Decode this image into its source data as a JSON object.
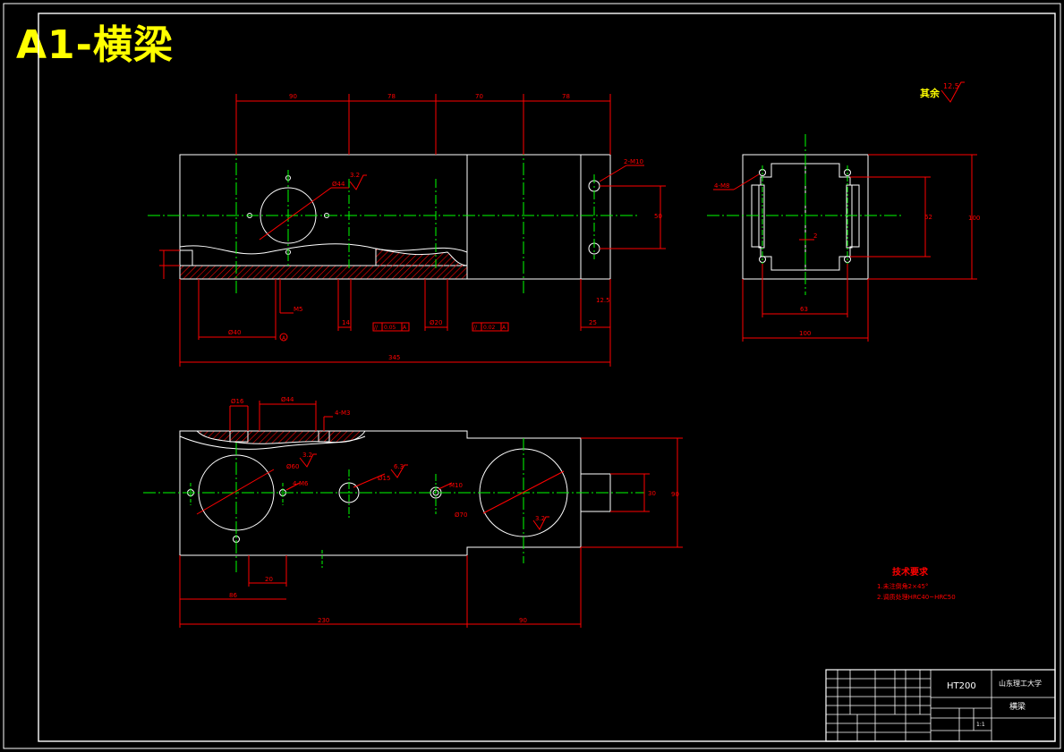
{
  "sheet_title": "A1-横梁",
  "roughness_note": {
    "label": "其余",
    "value": "12.5"
  },
  "front_view": {
    "dims": [
      "90",
      "78",
      "70",
      "78",
      "345",
      "25",
      "12.5",
      "50",
      "14",
      "Ø20",
      "Ø40",
      "M5"
    ],
    "diameter_hole": "Ø44",
    "hole_roughness": "3.2",
    "hole_callout": "2-M10",
    "tolerance_frames": [
      {
        "symbol": "//",
        "value": "0.05",
        "datum": "A"
      },
      {
        "symbol": "//",
        "value": "0.02",
        "datum": "A"
      }
    ],
    "datum_mark": "A"
  },
  "side_view": {
    "hole_callout": "4-M8",
    "dims": [
      "62",
      "100",
      "63",
      "100",
      "2"
    ]
  },
  "top_view": {
    "callouts": [
      "Ø16",
      "Ø44",
      "4-M3",
      "4-M6",
      "M10"
    ],
    "dims": [
      "Ø60",
      "Ø15",
      "Ø70",
      "30",
      "90",
      "20",
      "86",
      "230",
      "90"
    ],
    "roughness": [
      "3.2",
      "6.3",
      "3.2"
    ]
  },
  "tech_requirements": {
    "title": "技术要求",
    "items": [
      "1.未注倒角2×45°",
      "2.调质处理HRC40~HRC50"
    ]
  },
  "title_block": {
    "material": "HT200",
    "school": "山东理工大学",
    "part_name": "横梁",
    "scale": "1:1"
  },
  "colors": {
    "outline": "#ffffff",
    "dimension": "#ff0000",
    "centerline": "#00ff00",
    "title": "#ffff00"
  }
}
